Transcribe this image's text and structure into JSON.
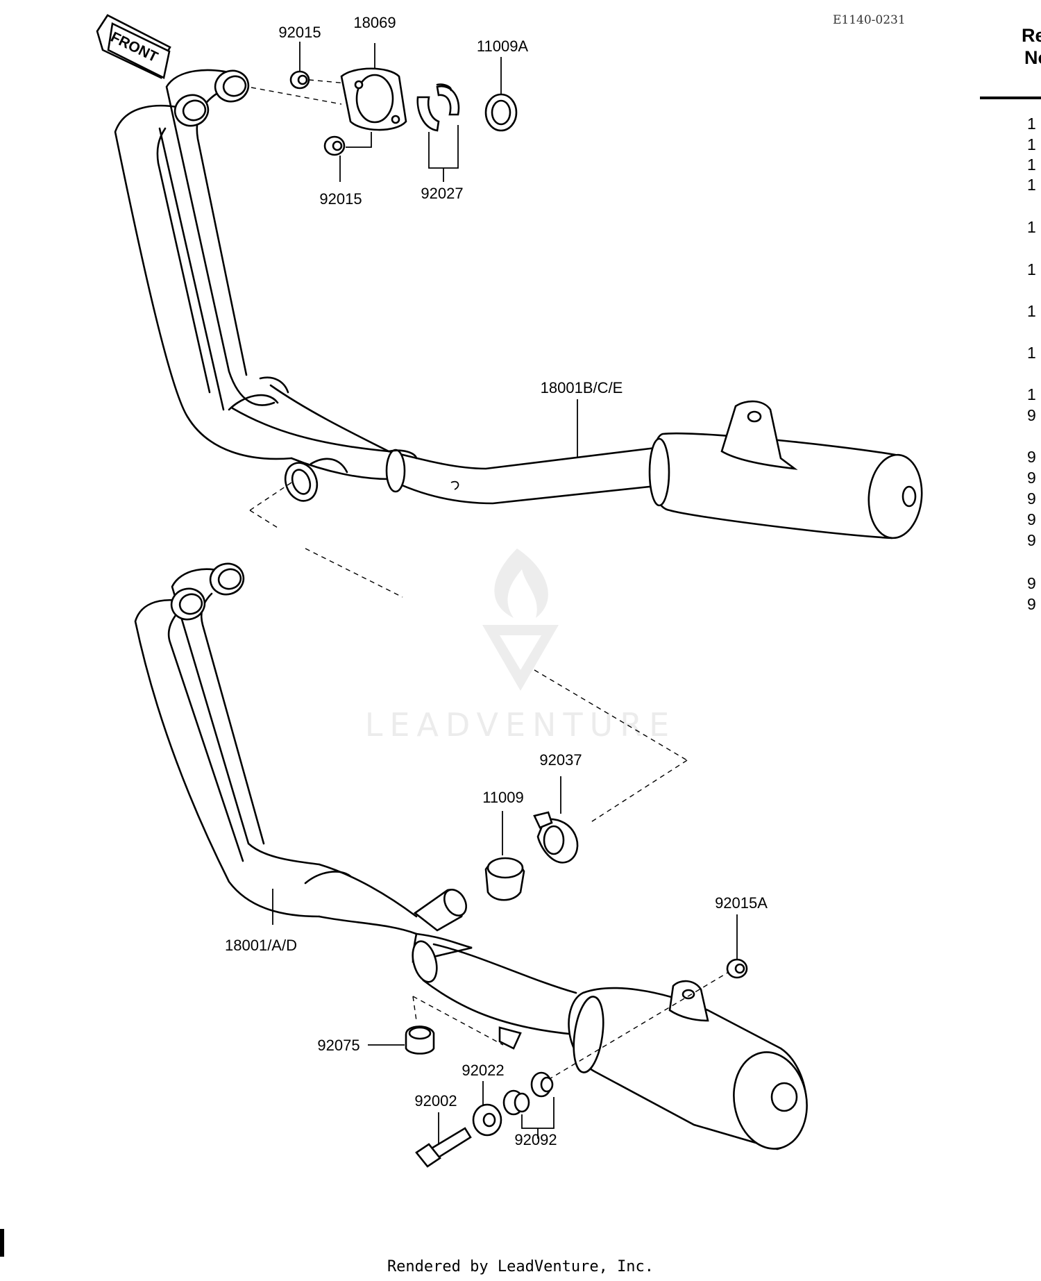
{
  "figure_code": "E1140-0231",
  "side_table": {
    "header_line1": "Re",
    "header_line2": "No",
    "rows": [
      "1",
      "1",
      "1",
      "1",
      "1",
      "1",
      "1",
      "1",
      "1",
      "9",
      "9",
      "9",
      "9",
      "9",
      "9",
      "9",
      "9"
    ]
  },
  "front_label": "FRONT",
  "callouts": {
    "p92015_top": "92015",
    "p18069": "18069",
    "p11009A": "11009A",
    "p92015_bottom": "92015",
    "p92027": "92027",
    "p18001BCE": "18001B/C/E",
    "p92037": "92037",
    "p11009": "11009",
    "p92015A": "92015A",
    "p18001AD": "18001/A/D",
    "p92075": "92075",
    "p92022": "92022",
    "p92002": "92002",
    "p92092": "92092"
  },
  "watermark": "LEADVENTURE",
  "footer": "Rendered by LeadVenture, Inc."
}
